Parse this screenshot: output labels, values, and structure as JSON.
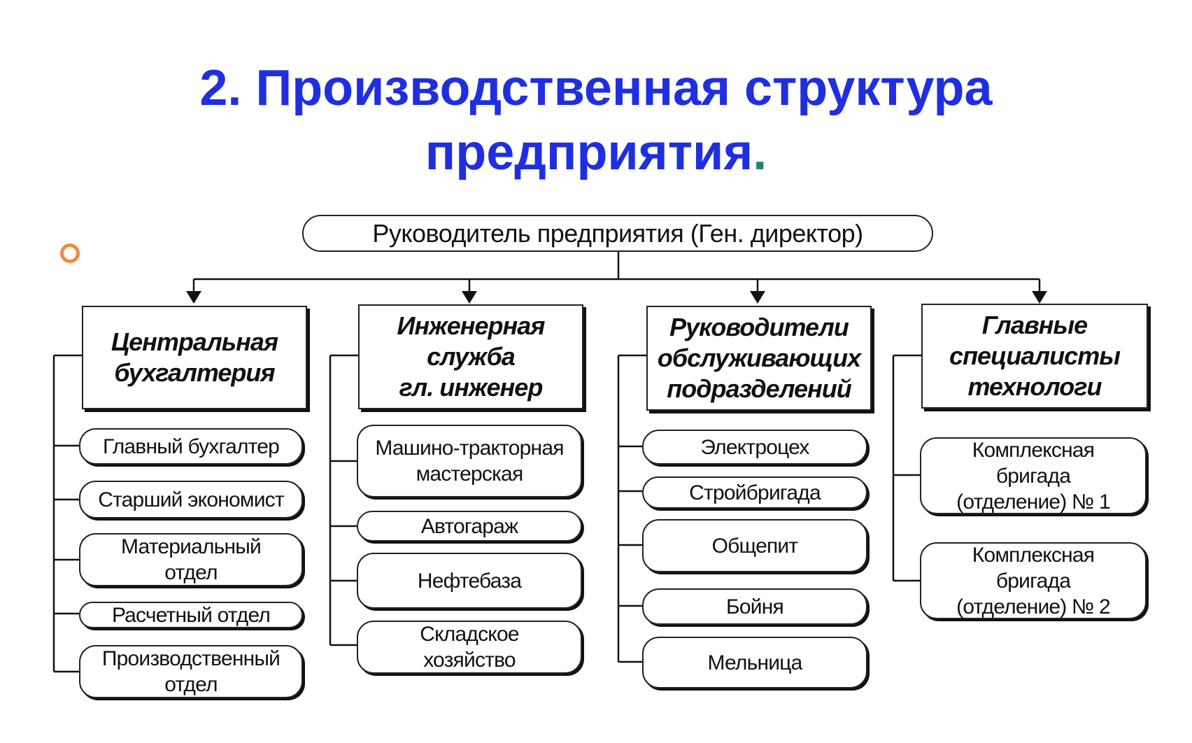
{
  "title": {
    "line1": "2. Производственная структура",
    "line2_main": "предприятия",
    "line2_dot": ".",
    "color": "#1f2fe0",
    "dot_color": "#1a8a5a"
  },
  "bullet_color": "#f08a3c",
  "root": {
    "label": "Руководитель предприятия (Ген. директор)"
  },
  "branches": [
    {
      "head": "Центральная\nбухгалтерия",
      "items": [
        "Главный бухгалтер",
        "Старший экономист",
        "Материальный\nотдел",
        "Расчетный отдел",
        "Производственный\nотдел"
      ]
    },
    {
      "head": "Инженерная\nслужба\nгл. инженер",
      "items": [
        "Машино-тракторная\nмастерская",
        "Автогараж",
        "Нефтебаза",
        "Складское\nхозяйство"
      ]
    },
    {
      "head": "Руководители\nобслуживающих\nподразделений",
      "items": [
        "Электроцех",
        "Стройбригада",
        "Общепит",
        "Бойня",
        "Мельница"
      ]
    },
    {
      "head": "Главные\nспециалисты\nтехнологи",
      "items": [
        "Комплексная\nбригада\n(отделение) № 1",
        "Комплексная\nбригада\n(отделение) № 2"
      ]
    }
  ]
}
